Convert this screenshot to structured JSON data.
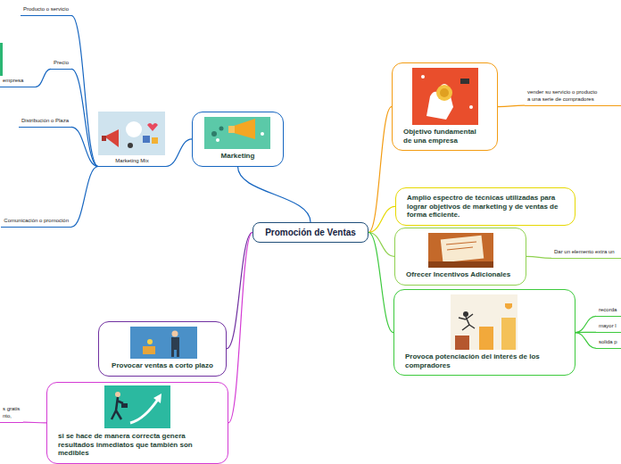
{
  "diagram": {
    "nodes": [
      {
        "text": [
          "Promoción de Ventas"
        ]
      },
      {
        "text": [
          "Marketing"
        ]
      },
      {
        "text": [
          "Marketing Mix"
        ]
      },
      {
        "text": [
          "Producto o servicio"
        ]
      },
      {
        "text": [
          "Precio"
        ]
      },
      {
        "text": [
          "Distribución o Plaza"
        ]
      },
      {
        "text": [
          "Comunicación o promoción"
        ]
      },
      {
        "text": [
          "empresa"
        ]
      },
      {
        "text": [
          "Objetivo fundamental de una empresa"
        ]
      },
      {
        "text": [
          "vender su servicio o producto a una serie de compradores"
        ]
      },
      {
        "text": [
          "Amplio espectro de técnicas utilizadas para lograr objetivos de marketing y de ventas de forma eficiente."
        ]
      },
      {
        "text": [
          "Ofrecer Incentivos Adicionales"
        ]
      },
      {
        "text": [
          "Dar un elemento extra un"
        ]
      },
      {
        "text": [
          "Provoca potenciación del interés de los compradores"
        ]
      },
      {
        "text": [
          "recorda"
        ]
      },
      {
        "text": [
          "mayor l"
        ]
      },
      {
        "text": [
          "solida p"
        ]
      },
      {
        "text": [
          "Provocar ventas a corto plazo"
        ]
      },
      {
        "text": [
          "si se hace de manera correcta genera resultados inmediatos que también son medibles"
        ]
      },
      {
        "text": [
          "s gratis nto,"
        ]
      }
    ],
    "edges": [
      {
        "from": 0,
        "to": 1,
        "arrow": "none"
      },
      {
        "from": 1,
        "to": 2,
        "arrow": "none"
      },
      {
        "from": 2,
        "to": 3,
        "arrow": "none"
      },
      {
        "from": 2,
        "to": 4,
        "arrow": "none"
      },
      {
        "from": 2,
        "to": 5,
        "arrow": "none"
      },
      {
        "from": 2,
        "to": 6,
        "arrow": "none"
      },
      {
        "from": 4,
        "to": 7,
        "arrow": "none"
      },
      {
        "from": 0,
        "to": 8,
        "arrow": "none"
      },
      {
        "from": 8,
        "to": 9,
        "arrow": "none"
      },
      {
        "from": 0,
        "to": 10,
        "arrow": "none"
      },
      {
        "from": 0,
        "to": 11,
        "arrow": "none"
      },
      {
        "from": 11,
        "to": 12,
        "arrow": "none"
      },
      {
        "from": 0,
        "to": 13,
        "arrow": "none"
      },
      {
        "from": 13,
        "to": 14,
        "arrow": "none"
      },
      {
        "from": 13,
        "to": 15,
        "arrow": "none"
      },
      {
        "from": 13,
        "to": 16,
        "arrow": "none"
      },
      {
        "from": 0,
        "to": 17,
        "arrow": "none"
      },
      {
        "from": 0,
        "to": 18,
        "arrow": "none"
      },
      {
        "from": 18,
        "to": 19,
        "arrow": "none"
      }
    ]
  }
}
